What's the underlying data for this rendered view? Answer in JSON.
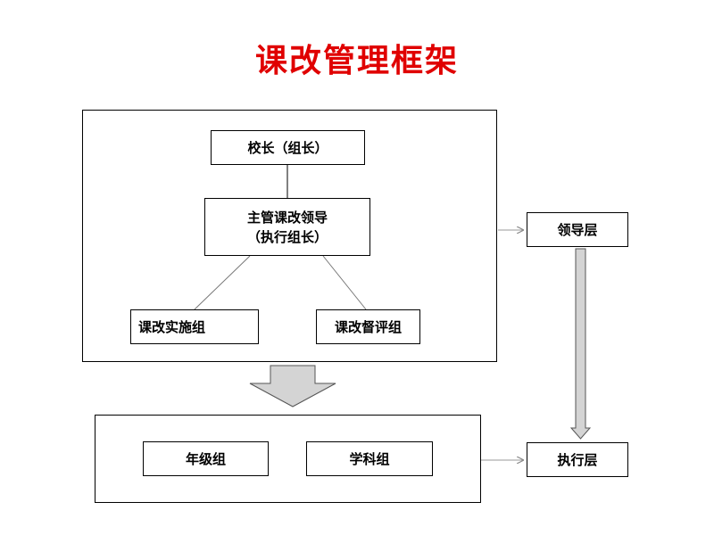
{
  "title": "课改管理框架",
  "colors": {
    "title": "#e00000",
    "line": "#000000",
    "connector": "#777777",
    "block_arrow_fill": "#d4d4d4",
    "block_arrow_stroke": "#555555",
    "side_arrow": "#999999"
  },
  "leadership": {
    "principal": "校长（组长）",
    "director_line1": "主管课改领导",
    "director_line2": "（执行组长）",
    "implementation_group": "课改实施组",
    "supervision_group": "课改督评组"
  },
  "execution": {
    "grade_group": "年级组",
    "subject_group": "学科组"
  },
  "layers": {
    "leadership_layer": "领导层",
    "execution_layer": "执行层"
  }
}
